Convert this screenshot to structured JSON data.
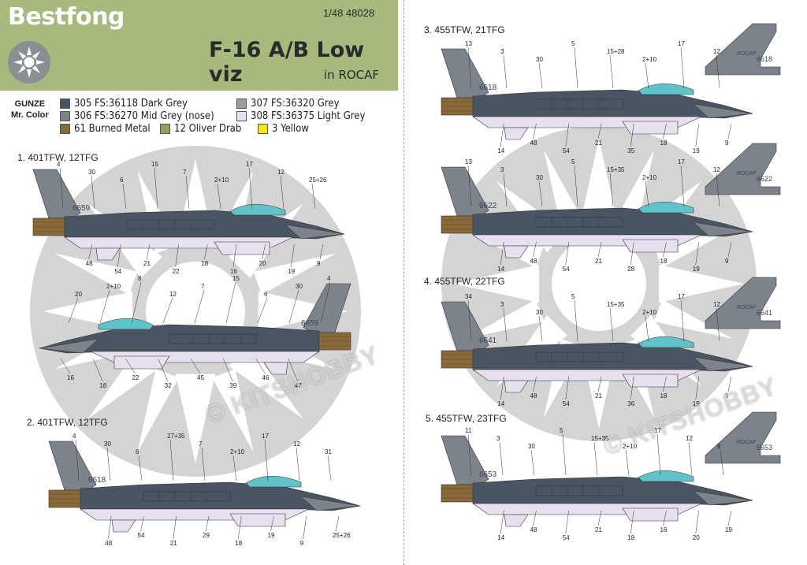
{
  "header": {
    "brand": "Bestfong",
    "catalog": "1/48  48028",
    "title": "F-16 A/B  Low viz",
    "subtitle": "in ROCAF"
  },
  "legend": {
    "heading_line1": "GUNZE",
    "heading_line2": "Mr. Color",
    "items": [
      {
        "label": "305 FS:36118 Dark Grey",
        "color": "#4a5563"
      },
      {
        "label": "306 FS:36270 Mid Grey (nose)",
        "color": "#7c838b"
      },
      {
        "label": "307 FS:36320  Grey",
        "color": "#9a9ea3"
      },
      {
        "label": "308 FS:36375 Light Grey",
        "color": "#e7e0ee"
      },
      {
        "label": "61 Burned Metal",
        "color": "#8a6a3b"
      },
      {
        "label": "12 Oliver Drab",
        "color": "#8ea35c"
      },
      {
        "label": "3 Yellow",
        "color": "#f0e61a"
      }
    ]
  },
  "sections": {
    "s1": "1. 401TFW, 12TFG",
    "s2": "2. 401TFW, 12TFG",
    "s3": "3. 455TFW, 21TFG",
    "s4": "4. 455TFW, 22TFG",
    "s5": "5. 455TFW, 23TFG"
  },
  "serials": {
    "s1": "6659",
    "s2": "6618",
    "s3": "6618",
    "s4": "6622",
    "s5": "6641",
    "s6": "6653"
  },
  "tail_text": "ROCAF",
  "watermark": "© KITSHOBBY",
  "colors": {
    "dark_grey": "#4a5563",
    "mid_grey": "#7c838b",
    "grey": "#9a9ea3",
    "light_grey": "#e7e0ee",
    "burned_metal": "#8a6a3b",
    "canopy": "#5fc3c9",
    "header_bg": "#a6ba7e"
  },
  "callouts": {
    "a1": [
      "4",
      "30",
      "6",
      "15",
      "7",
      "2+10",
      "17",
      "12",
      "25+26",
      "9",
      "19",
      "20",
      "16",
      "18",
      "22",
      "21",
      "54",
      "48"
    ],
    "a2": [
      "4",
      "30",
      "6",
      "15",
      "7",
      "12",
      "8",
      "2+10",
      "20",
      "16",
      "18",
      "22",
      "32",
      "45",
      "39",
      "46",
      "47"
    ],
    "a3": [
      "4",
      "30",
      "6",
      "27+35",
      "7",
      "2+10",
      "17",
      "12",
      "31",
      "25+26",
      "9",
      "19",
      "18",
      "29",
      "21",
      "54",
      "48"
    ],
    "a4": [
      "13",
      "3",
      "30",
      "5",
      "15+28",
      "2+10",
      "17",
      "12",
      "9",
      "19",
      "18",
      "35",
      "21",
      "54",
      "48",
      "14"
    ],
    "a5": [
      "13",
      "3",
      "30",
      "5",
      "15+35",
      "2+10",
      "17",
      "12",
      "9",
      "19",
      "18",
      "28",
      "21",
      "54",
      "48",
      "14"
    ],
    "a6": [
      "34",
      "3",
      "30",
      "5",
      "15+35",
      "2+10",
      "17",
      "12",
      "9",
      "19",
      "18",
      "36",
      "21",
      "54",
      "48",
      "14"
    ],
    "a7": [
      "11",
      "3",
      "30",
      "5",
      "15+35",
      "2+10",
      "17",
      "12",
      "9",
      "19",
      "20",
      "16",
      "18",
      "21",
      "54",
      "48",
      "14"
    ]
  }
}
